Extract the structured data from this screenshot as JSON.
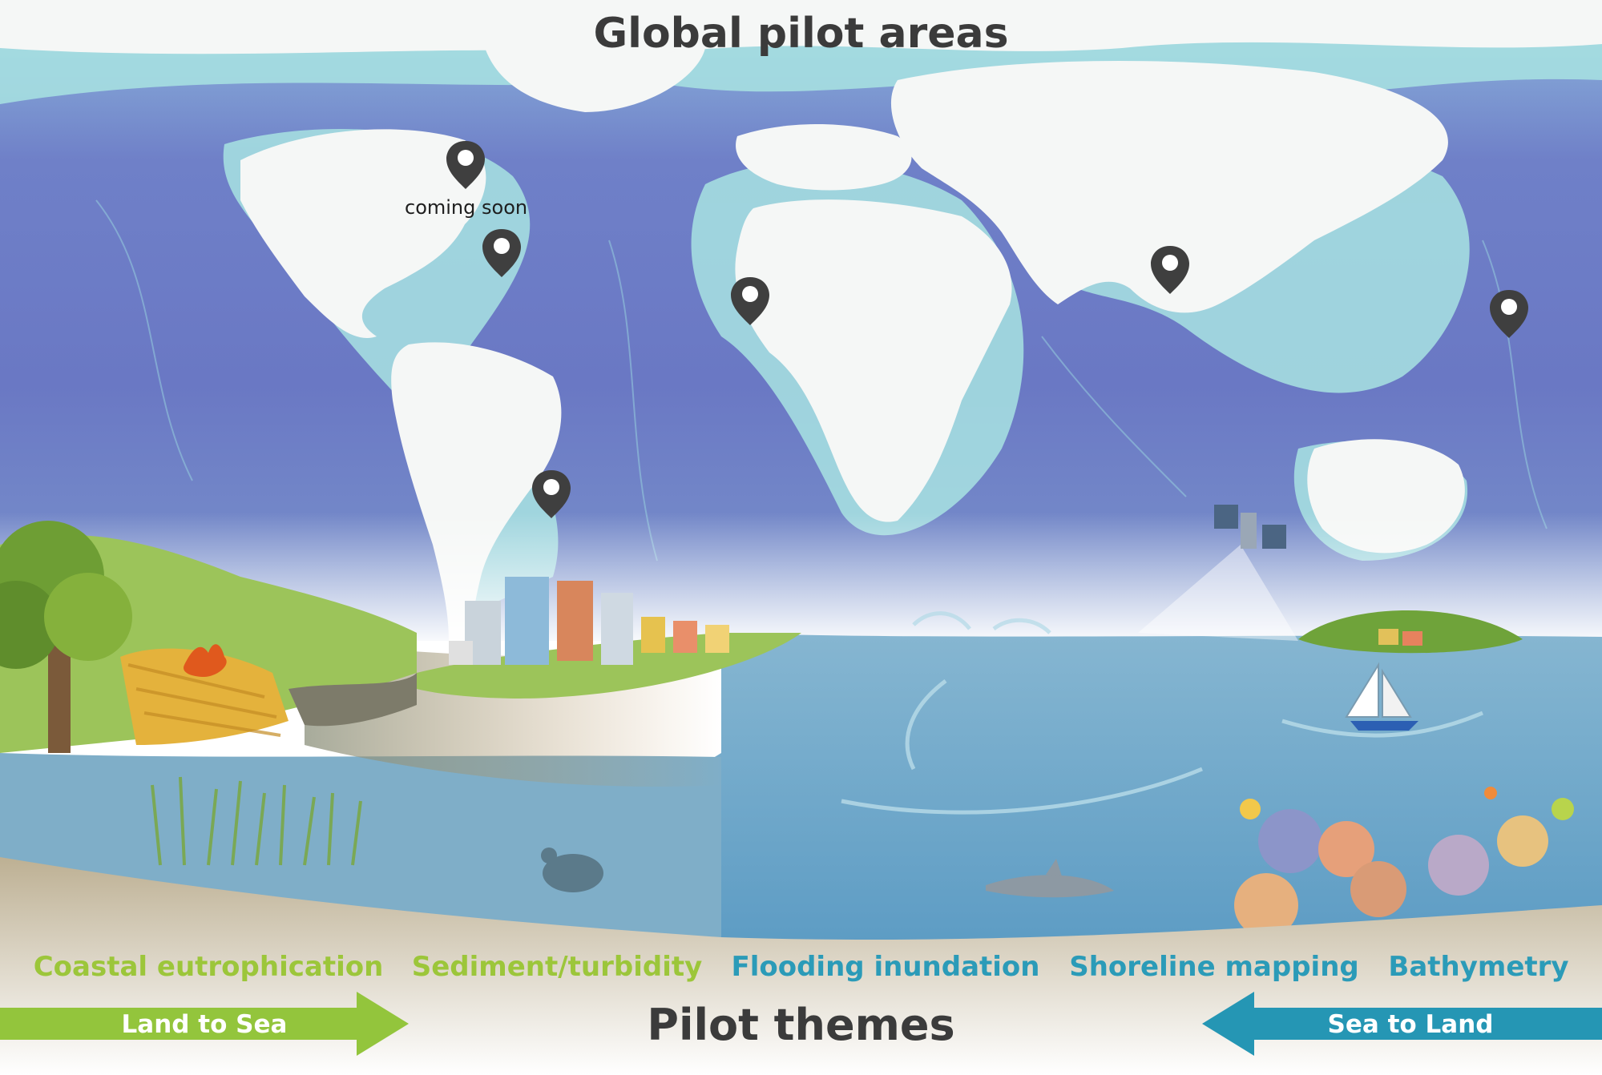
{
  "title": "Global pilot areas",
  "coming_soon": "coming soon",
  "markers": [
    {
      "region": "north-america",
      "note": "coming soon"
    },
    {
      "region": "caribbean"
    },
    {
      "region": "south-america"
    },
    {
      "region": "west-africa"
    },
    {
      "region": "south-asia"
    },
    {
      "region": "pacific"
    }
  ],
  "themes": [
    {
      "label": "Coastal eutrophication",
      "color": "#9cc63a"
    },
    {
      "label": "Sediment/turbidity",
      "color": "#9cc63a"
    },
    {
      "label": "Flooding inundation",
      "color": "#2b9bb8"
    },
    {
      "label": "Shoreline mapping",
      "color": "#2b9bb8"
    },
    {
      "label": "Bathymetry",
      "color": "#2b9bb8"
    }
  ],
  "pilot_themes_label": "Pilot themes",
  "arrows": {
    "land_to_sea": {
      "label": "Land to Sea",
      "color": "#93c53c"
    },
    "sea_to_land": {
      "label": "Sea to Land",
      "color": "#2596b4"
    }
  },
  "colors": {
    "ocean_deep": "#6a78c4",
    "ocean_mid": "#7fa6d4",
    "shelf": "#9fe0e4",
    "land": "#f4f6f5",
    "sea": "#7aaecb",
    "sand": "#c8bda6",
    "marker": "#3f3f3f"
  }
}
